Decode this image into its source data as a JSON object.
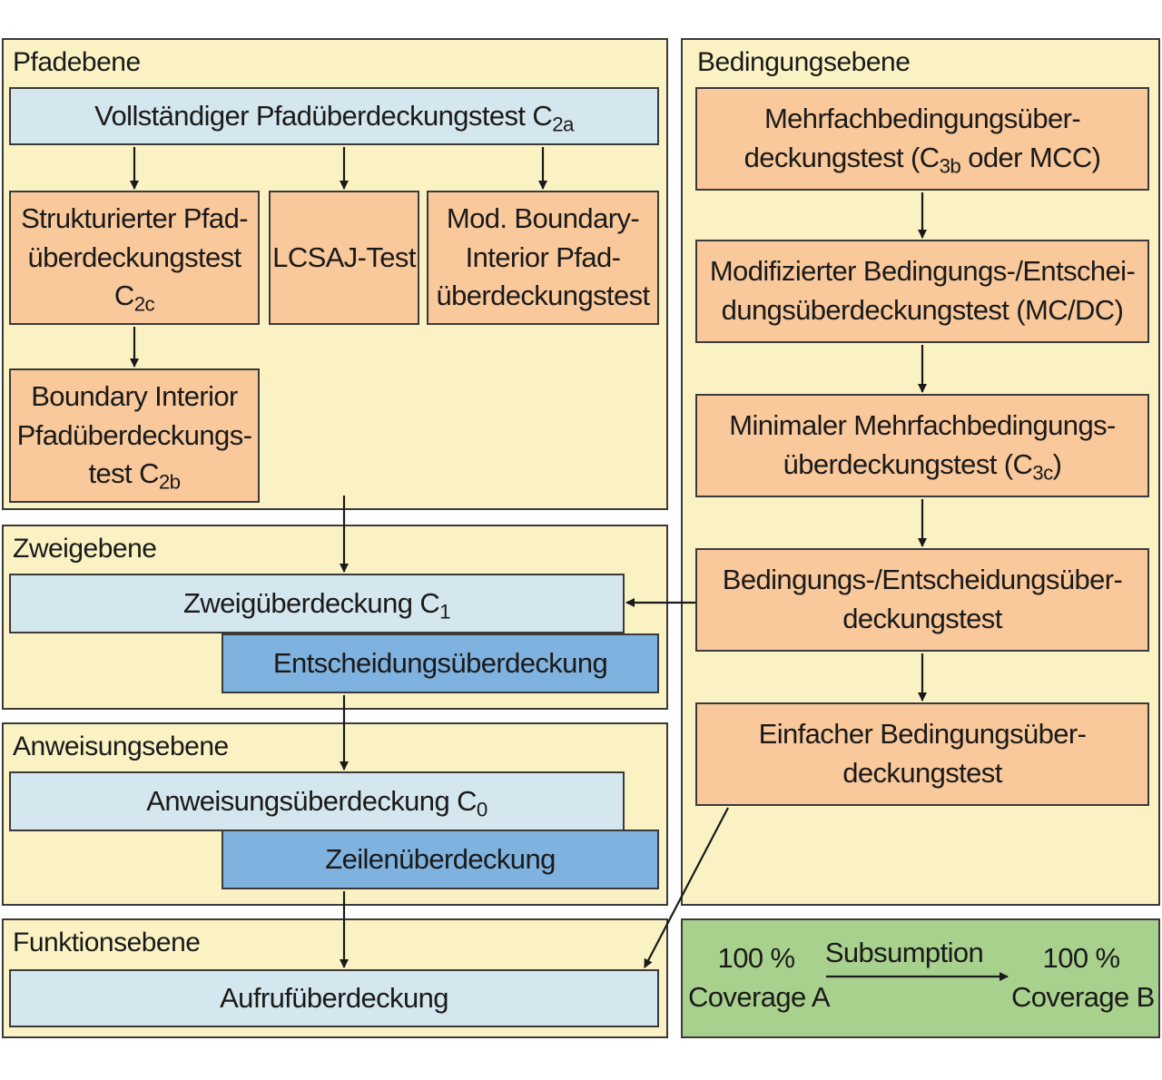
{
  "panels": {
    "pfad": "Pfadebene",
    "zweig": "Zweigebene",
    "anweisung": "Anweisungsebene",
    "funktion": "Funktionsebene",
    "bedingung": "Bedingungsebene"
  },
  "boxes": {
    "vollstaendig": {
      "text": "Vollständiger Pfadüberdeckungstest C",
      "sub": "2a"
    },
    "strukturiert": {
      "l1": "Strukturierter Pfad-",
      "l2": "überdeckungstest",
      "l3": "C",
      "sub": "2c"
    },
    "lcsaj": "LCSAJ-Test",
    "modboundary": {
      "l1": "Mod. Boundary-",
      "l2": "Interior Pfad-",
      "l3": "überdeckungstest"
    },
    "boundary": {
      "l1": "Boundary Interior",
      "l2": "Pfadüberdeckungs-",
      "l3": "test C",
      "sub": "2b"
    },
    "zweigueberdeckung": {
      "text": "Zweigüberdeckung C",
      "sub": "1"
    },
    "entscheidung": "Entscheidungsüberdeckung",
    "anweisungsueberdeckung": {
      "text": "Anweisungsüberdeckung C",
      "sub": "0"
    },
    "zeilen": "Zeilenüberdeckung",
    "aufruf": "Aufrufüberdeckung",
    "mehrfach": {
      "l1": "Mehrfachbedingungsüber-",
      "l2a": "deckungstest (C",
      "sub": "3b",
      "l2b": " oder MCC)"
    },
    "mcdc": {
      "l1": "Modifizierter Bedingungs-/Entschei-",
      "l2": "dungsüberdeckungstest (MC/DC)"
    },
    "minimal": {
      "l1": "Minimaler Mehrfachbedingungs-",
      "l2a": "überdeckungstest (C",
      "sub": "3c",
      "l2b": ")"
    },
    "bedentsch": {
      "l1": "Bedingungs-/Entscheidungsüber-",
      "l2": "deckungstest"
    },
    "einfach": {
      "l1": "Einfacher Bedingungsüber-",
      "l2": "deckungstest"
    }
  },
  "legend": {
    "left_l1": "100 %",
    "left_l2": "Coverage A",
    "arrow_label": "Subsumption",
    "right_l1": "100 %",
    "right_l2": "Coverage B"
  },
  "colors": {
    "panel_bg": "#fbf2c4",
    "light_blue": "#d4e6ee",
    "mid_blue": "#7fb2de",
    "orange": "#f9c89b",
    "green": "#a9d18e"
  }
}
